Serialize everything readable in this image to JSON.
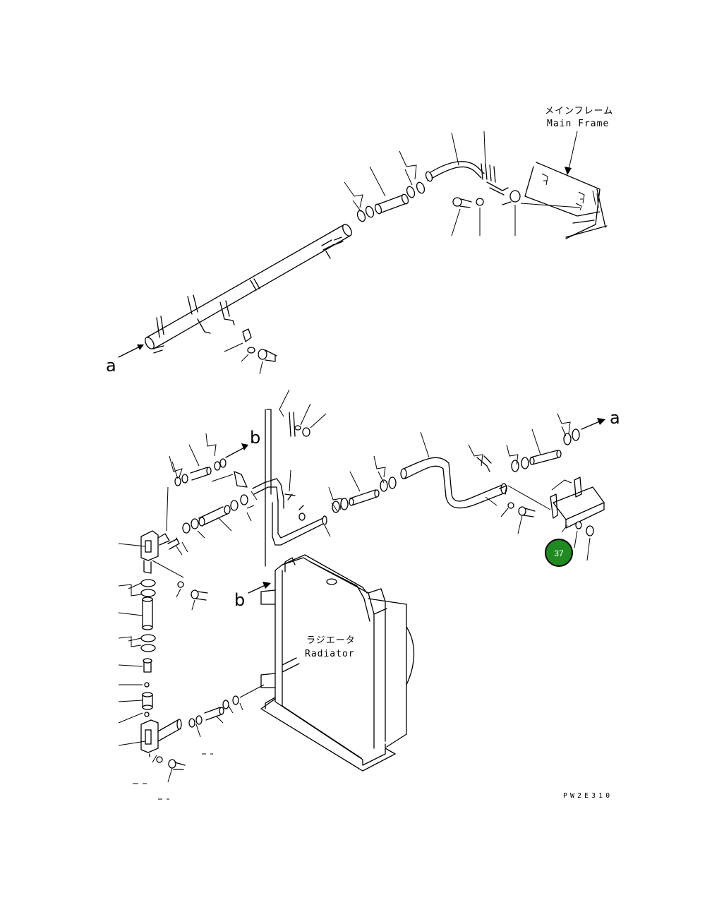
{
  "labels": {
    "main_frame_jp": "メインフレーム",
    "main_frame_en": "Main Frame",
    "radiator_jp": "ラジエータ",
    "radiator_en": "Radiator",
    "ref_a_left": "a",
    "ref_a_right": "a",
    "ref_b_upper": "b",
    "ref_b_lower": "b",
    "drawing_code": "PW2E310"
  },
  "callout": {
    "number": "37",
    "color": "#1f8a1f"
  }
}
